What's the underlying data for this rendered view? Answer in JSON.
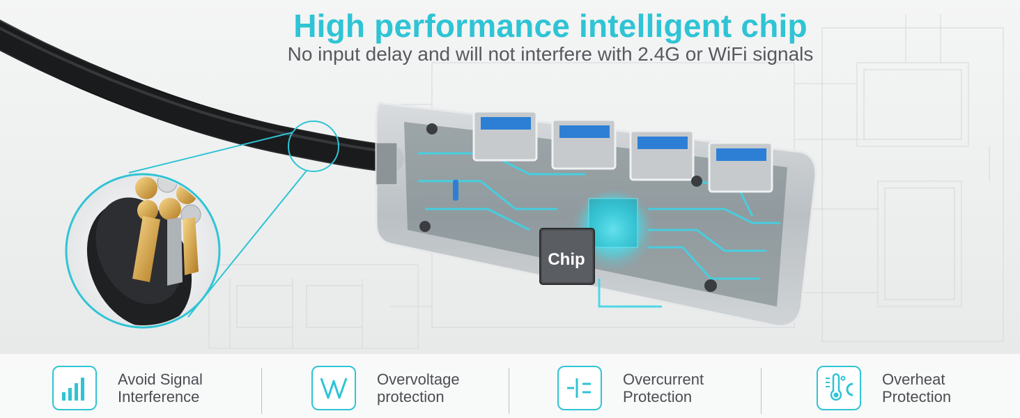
{
  "hero": {
    "title": "High performance intelligent chip",
    "subtitle": "No input delay and will not interfere with 2.4G or WiFi signals",
    "chip_label": "Chip"
  },
  "features": [
    {
      "label_line1": "Avoid Signal",
      "label_line2": "Interference",
      "icon": "signal-bars-icon"
    },
    {
      "label_line1": "Overvoltage",
      "label_line2": "protection",
      "icon": "voltage-wave-icon"
    },
    {
      "label_line1": "Overcurrent",
      "label_line2": "Protection",
      "icon": "current-symbol-icon"
    },
    {
      "label_line1": "Overheat",
      "label_line2": "Protection",
      "icon": "thermometer-icon"
    }
  ],
  "colors": {
    "accent": "#2ec4d5",
    "text_dark": "#4a4e52",
    "cable": "#1b1c1e"
  }
}
